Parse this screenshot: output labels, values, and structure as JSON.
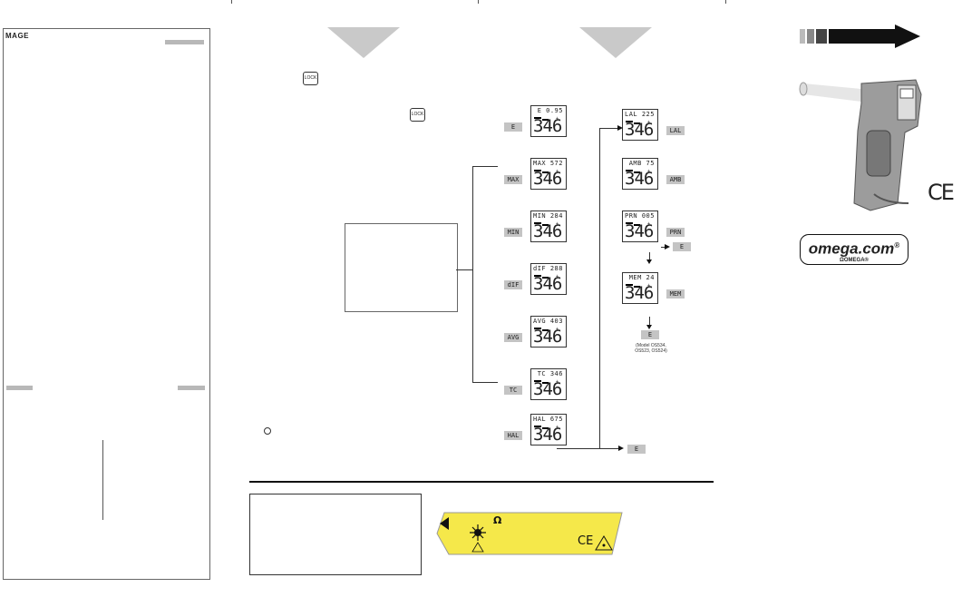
{
  "left_panel": {
    "logo": "MAGE"
  },
  "lock_button_label": "LOCK",
  "display_rows": [
    {
      "label": "E",
      "top_text": "E 0.95",
      "value": "346"
    },
    {
      "label": "MAX",
      "top_text": "MAX 572",
      "value": "346"
    },
    {
      "label": "MIN",
      "top_text": "MIN 284",
      "value": "346"
    },
    {
      "label": "dIF",
      "top_text": "dIF 288",
      "value": "346"
    },
    {
      "label": "AVG",
      "top_text": "AVG 403",
      "value": "346"
    },
    {
      "label": "TC",
      "top_text": "TC  346",
      "value": "346"
    },
    {
      "label": "HAL",
      "top_text": "HAL 675",
      "value": "346"
    }
  ],
  "right_rows": [
    {
      "label": "LAL",
      "top_text": "LAL 225",
      "value": "346"
    },
    {
      "label": "AMB",
      "top_text": "AMB  75",
      "value": "346"
    },
    {
      "label": "PRN",
      "top_text": "PRN 005",
      "value": "346"
    },
    {
      "label": "MEM",
      "top_text": "MEM  24",
      "value": "346"
    }
  ],
  "end_labels": {
    "after_prn": "E",
    "after_mem": "E",
    "after_hal": "E"
  },
  "model_note": {
    "line1": "(Model OS534,",
    "line2": "OS523, OS524)"
  },
  "omega": {
    "main": "omega.com",
    "reg": "®",
    "sub": "ΩOMEGA®"
  },
  "ce_mark": "CE",
  "laser_label": {
    "ce": "CE"
  }
}
